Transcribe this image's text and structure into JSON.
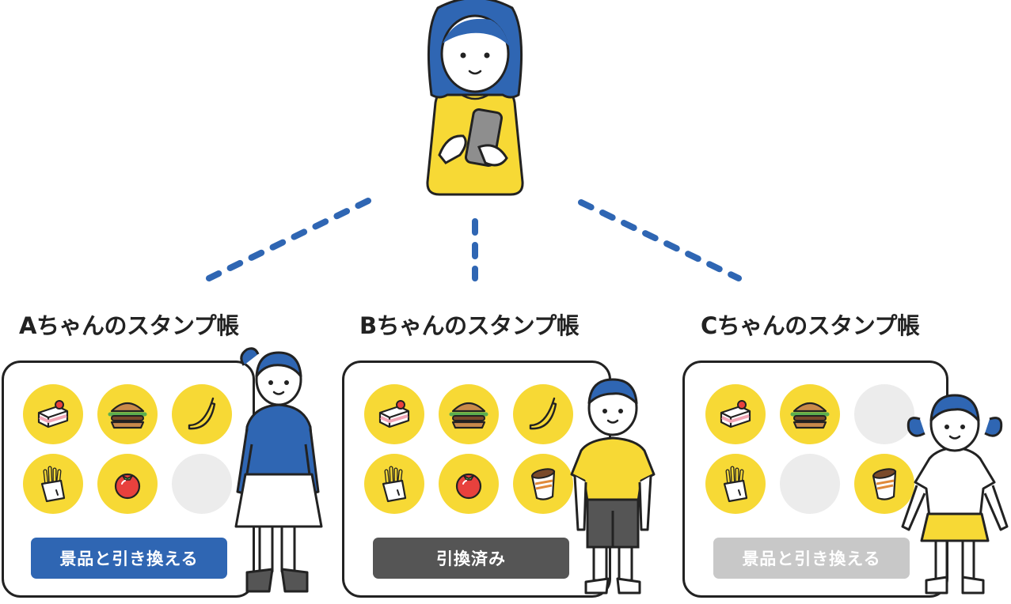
{
  "colors": {
    "accent_blue": "#2f66b3",
    "stamp_yellow": "#f7d935",
    "empty_gray": "#ececec",
    "button_done": "#555555",
    "button_disabled": "#c8c8c8",
    "outline": "#222222"
  },
  "parent": {
    "icon": "parent-with-smartphone-icon"
  },
  "cards": [
    {
      "title": "Aちゃんのスタンプ帳",
      "button_label": "景品と引き換える",
      "button_state": "active",
      "stamps": [
        "cake",
        "burger",
        "banana",
        "fries",
        "tomato",
        "empty"
      ],
      "child_icon": "girl-ponytail-icon"
    },
    {
      "title": "Bちゃんのスタンプ帳",
      "button_label": "引換済み",
      "button_state": "done",
      "stamps": [
        "cake",
        "burger",
        "banana",
        "fries",
        "tomato",
        "cup"
      ],
      "child_icon": "boy-icon"
    },
    {
      "title": "Cちゃんのスタンプ帳",
      "button_label": "景品と引き換える",
      "button_state": "disabled",
      "stamps": [
        "cake",
        "burger",
        "empty",
        "fries",
        "empty",
        "cup"
      ],
      "child_icon": "girl-pigtails-icon"
    }
  ]
}
